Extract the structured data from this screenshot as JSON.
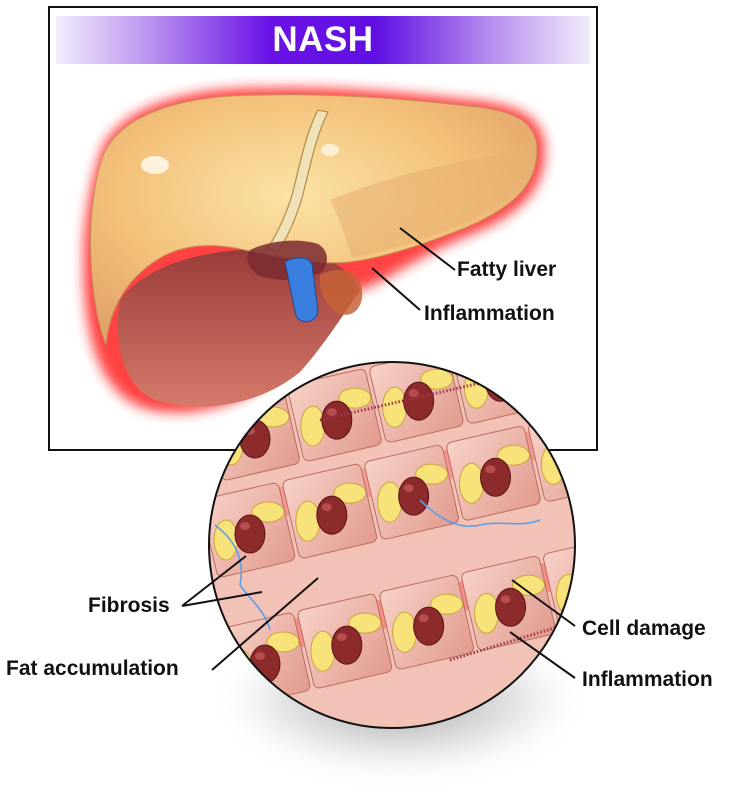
{
  "title": "NASH",
  "labels": {
    "fatty_liver": "Fatty liver",
    "inflammation_liver": "Inflammation",
    "fibrosis": "Fibrosis",
    "fat_accumulation": "Fat accumulation",
    "cell_damage": "Cell damage",
    "inflammation_tissue": "Inflammation"
  },
  "colors": {
    "banner": "#6010e4",
    "liver": "#f3c880",
    "inflammation": "#ff2a2a",
    "vein": "#3a7fe0",
    "tissue": "#f0b6aa",
    "fat": "#f8e27a",
    "nucleus": "#8c2a2c"
  }
}
